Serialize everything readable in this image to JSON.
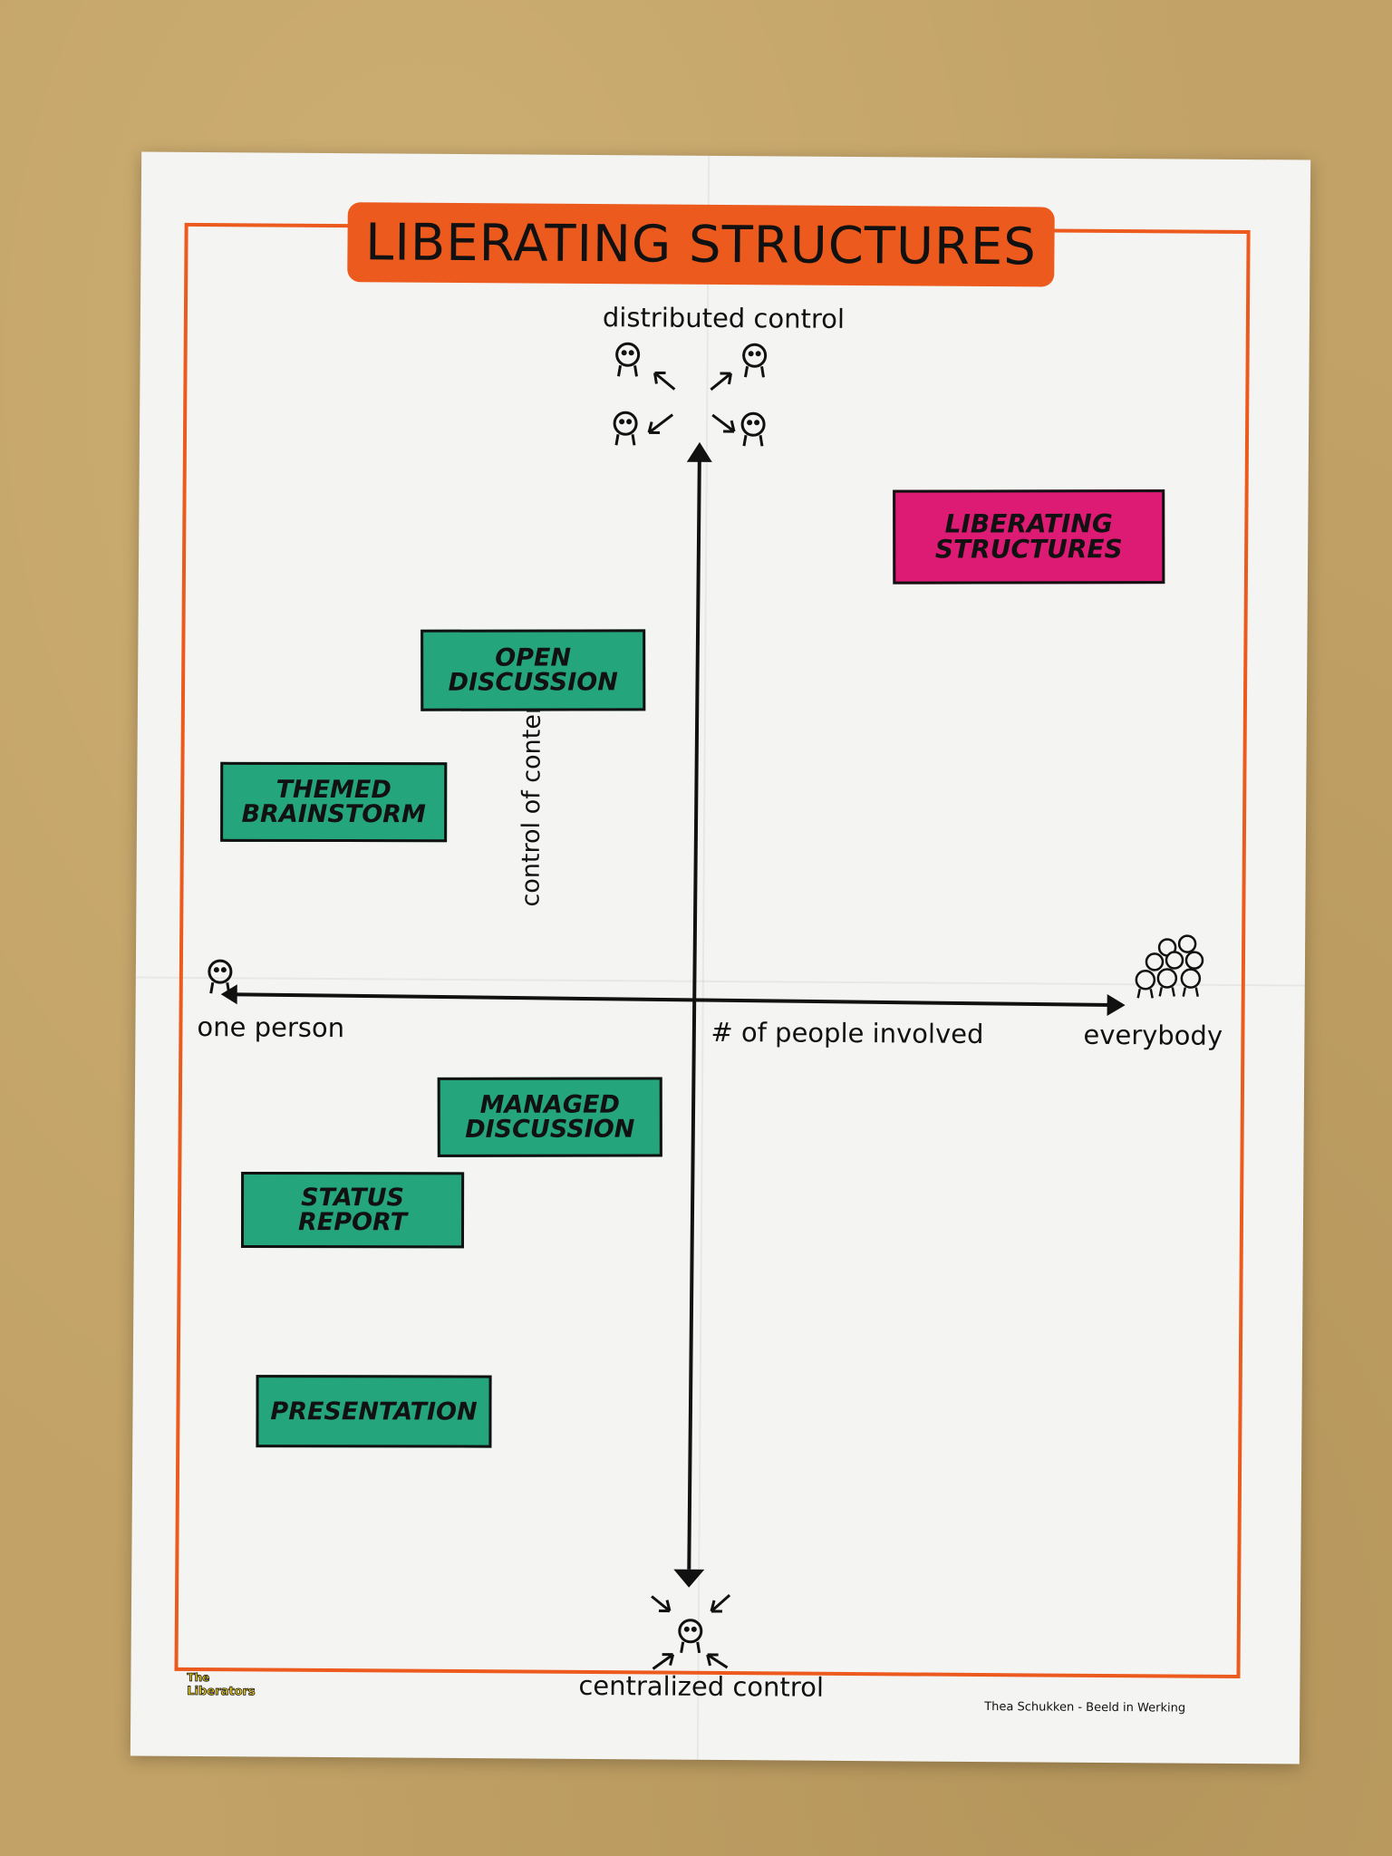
{
  "title": "LIBERATING STRUCTURES",
  "axes": {
    "top": "distributed control",
    "bottom": "centralized control",
    "left": "one person",
    "right": "everybody",
    "horizontal_label": "# of people involved",
    "vertical_label": "control of content"
  },
  "cards": {
    "liberating_structures": "LIBERATING\nSTRUCTURES",
    "open_discussion": "OPEN\nDISCUSSION",
    "themed_brainstorm": "THEMED\nBRAINSTORM",
    "managed_discussion": "MANAGED\nDISCUSSION",
    "status_report": "STATUS\nREPORT",
    "presentation": "PRESENTATION"
  },
  "logo_text": "The Liberators",
  "credit": "Thea Schukken - Beeld in Werking",
  "colors": {
    "accent_orange": "#ec5a1d",
    "card_green": "#25a57c",
    "card_magenta": "#dd1a74",
    "background_kraft": "#c2a266",
    "poster": "#f4f4f2"
  }
}
